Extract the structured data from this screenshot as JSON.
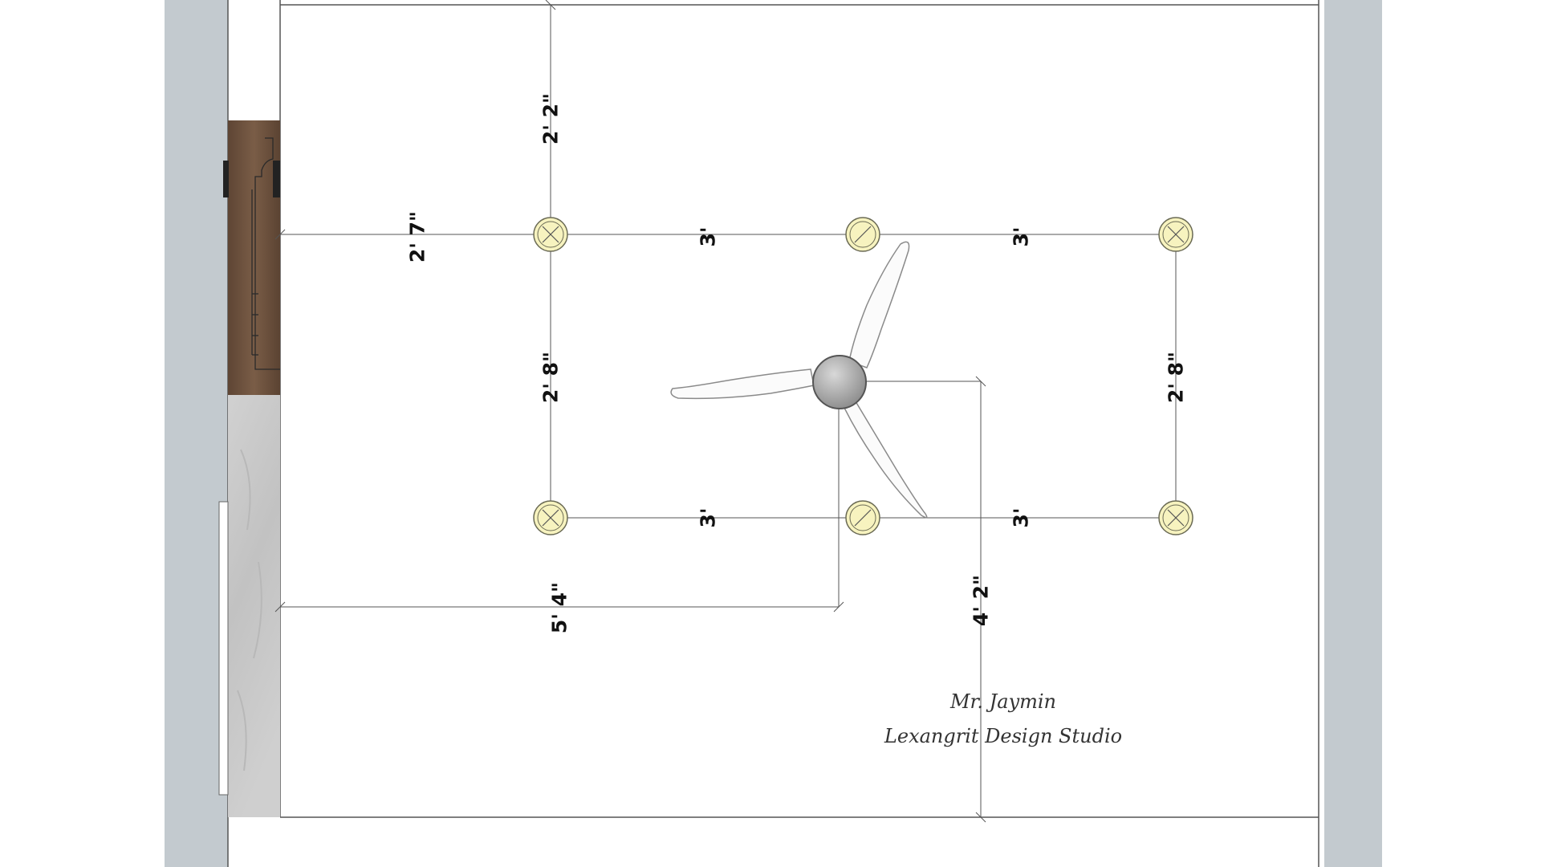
{
  "dimensions": {
    "top_offset": "2' 2\"",
    "left_offset": "2' 7\"",
    "top_span_1": "3'",
    "top_span_2": "3'",
    "left_column_gap": "2' 8\"",
    "right_column_gap": "2' 8\"",
    "bottom_span_1": "3'",
    "bottom_span_2": "3'",
    "fan_from_wall": "5' 4\"",
    "fan_to_bottom": "4' 2\""
  },
  "signature": {
    "name": "Mr. Jaymin",
    "studio": "Lexangrit Design Studio"
  },
  "colors": {
    "side_panel": "#c3cacf",
    "wood_wardrobe": "#6e5440",
    "stone_wall": "#c9c9c9",
    "light_fixture": "#f7f3bf",
    "fan_hub": "#9c9c9c",
    "dimension_line": "#555555"
  },
  "fixtures": {
    "recessed_lights": 6,
    "ceiling_fan_blades": 3
  }
}
